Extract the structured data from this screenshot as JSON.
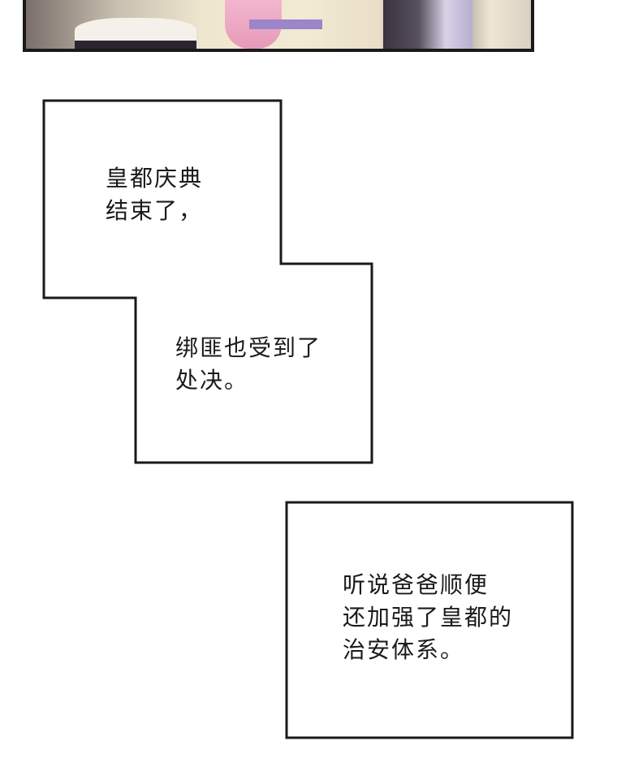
{
  "panel_1": {
    "lines": [
      "皇都庆典",
      "结束了，"
    ]
  },
  "panel_2": {
    "lines": [
      "绑匪也受到了",
      "处决。"
    ]
  },
  "panel_3": {
    "lines": [
      "听说爸爸顺便",
      "还加强了皇都的",
      "治安体系。"
    ]
  },
  "colors": {
    "border": "#1a1a1a",
    "background": "#ffffff"
  }
}
